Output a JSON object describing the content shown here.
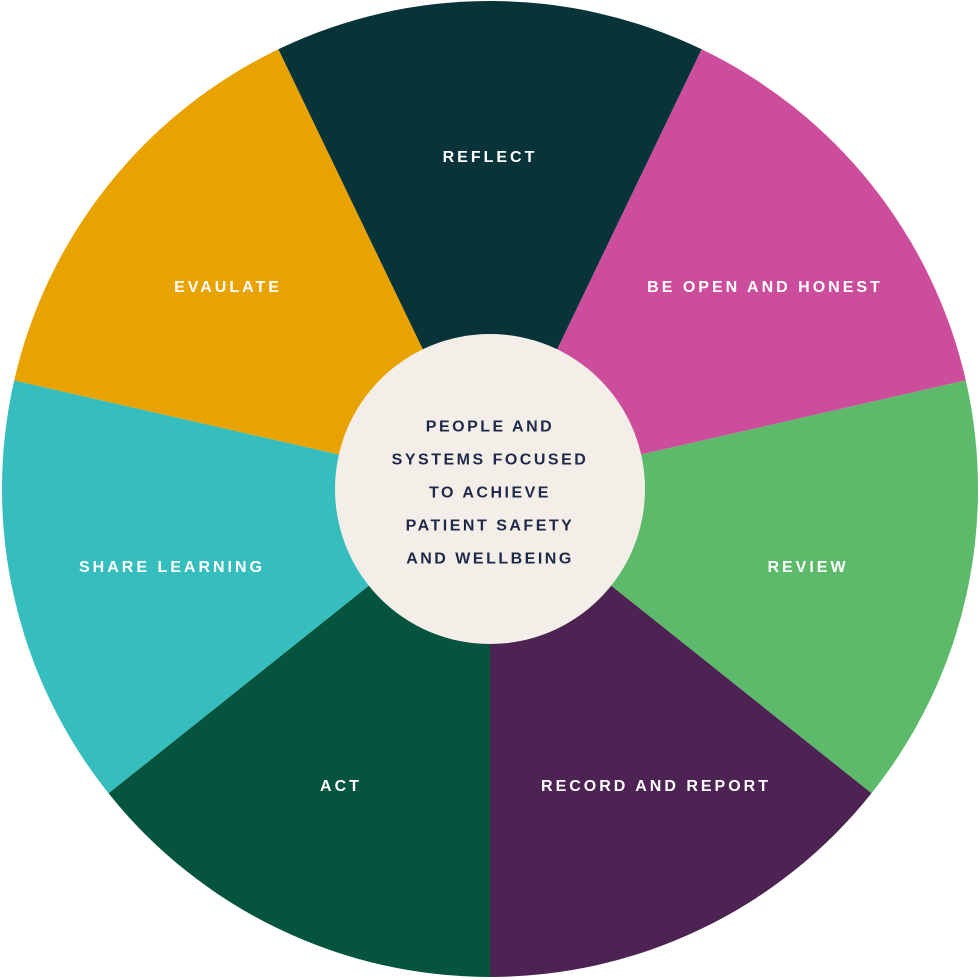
{
  "diagram": {
    "name": "Patient safety wheel",
    "background_color": "#FFFFFF",
    "center": {
      "bg_color": "#F3EEE8",
      "text_color": "#1E2949",
      "lines": [
        "PEOPLE AND",
        "SYSTEMS FOCUSED",
        "TO ACHIEVE",
        "PATIENT SAFETY",
        "AND WELLBEING"
      ]
    },
    "segments": [
      {
        "label": "REFLECT",
        "color": "#073339",
        "label_color": "#FFFFFF"
      },
      {
        "label": "BE OPEN AND HONEST",
        "color": "#CC4D9C",
        "label_color": "#FFFFFF"
      },
      {
        "label": "REVIEW",
        "color": "#5DBA6A",
        "label_color": "#FFFFFF"
      },
      {
        "label": "RECORD AND REPORT",
        "color": "#4C2352",
        "label_color": "#FFFFFF"
      },
      {
        "label": "ACT",
        "color": "#05543E",
        "label_color": "#FFFFFF"
      },
      {
        "label": "SHARE LEARNING",
        "color": "#36BDBD",
        "label_color": "#FFFFFF"
      },
      {
        "label": "EVAULATE",
        "color": "#E9A300",
        "label_color": "#FFFFFF"
      }
    ]
  }
}
